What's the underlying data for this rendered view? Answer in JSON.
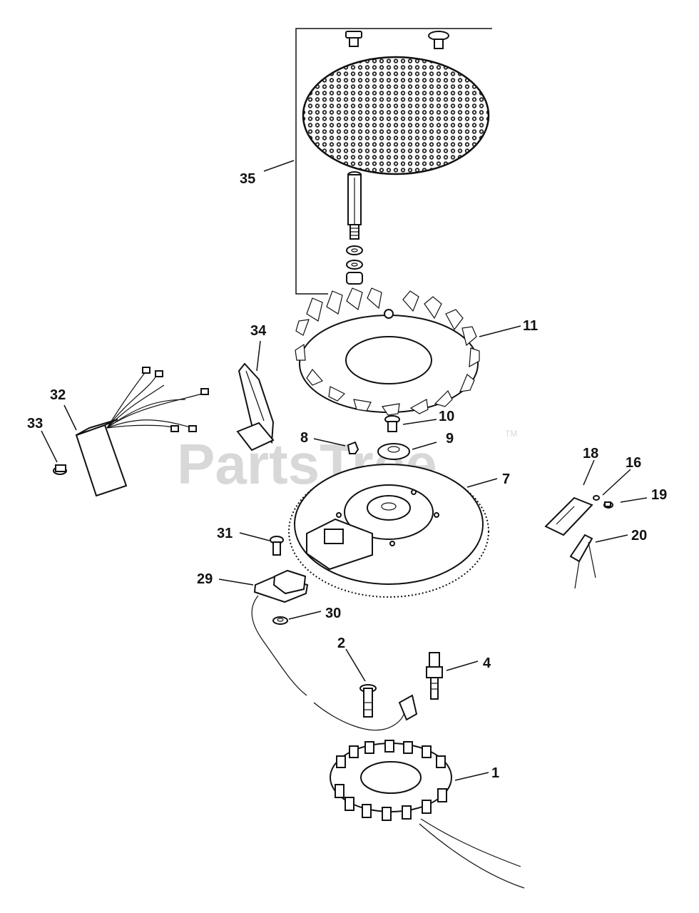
{
  "watermark": {
    "text": "PartsTree",
    "trademark": "TM"
  },
  "callouts": {
    "p1": "1",
    "p2": "2",
    "p4": "4",
    "p7": "7",
    "p8": "8",
    "p9": "9",
    "p10": "10",
    "p11": "11",
    "p16": "16",
    "p18": "18",
    "p19": "19",
    "p20": "20",
    "p29": "29",
    "p30": "30",
    "p31": "31",
    "p32": "32",
    "p33": "33",
    "p34": "34",
    "p35": "35"
  }
}
